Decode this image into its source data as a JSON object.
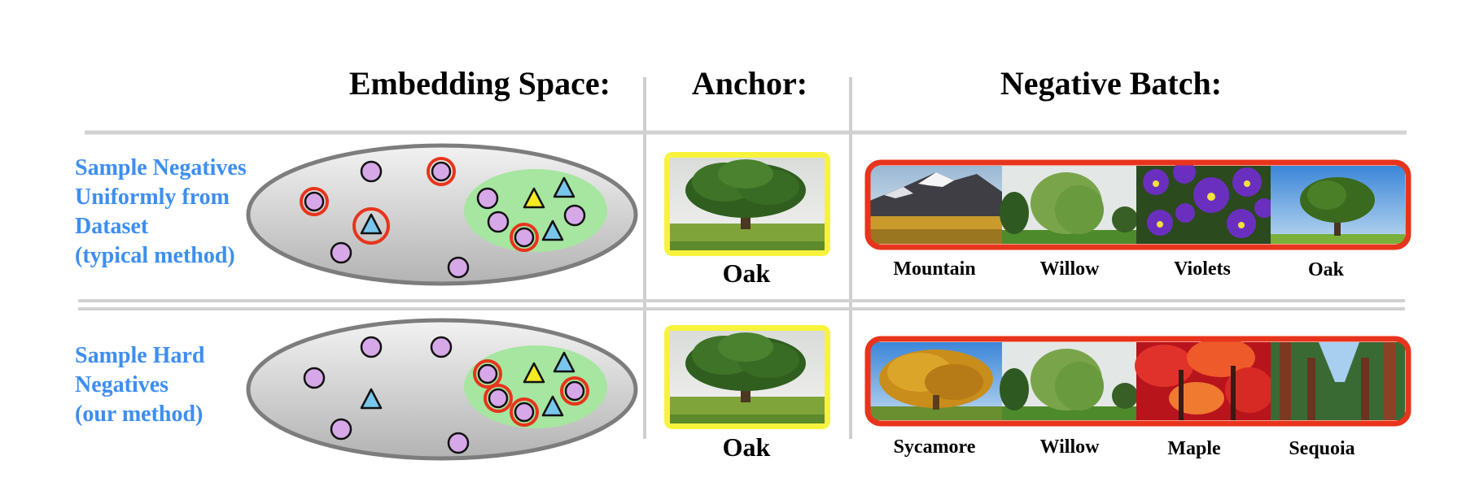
{
  "headers": {
    "embedding": "Embedding Space:",
    "anchor": "Anchor:",
    "negative": "Negative Batch:"
  },
  "rows": [
    {
      "label_lines": [
        "Sample Negatives",
        "Uniformly from",
        "Dataset",
        "(typical method)"
      ],
      "anchor_caption": "Oak",
      "batch": [
        "Mountain",
        "Willow",
        "Violets",
        "Oak"
      ]
    },
    {
      "label_lines": [
        "Sample Hard",
        "Negatives",
        "(our method)"
      ],
      "anchor_caption": "Oak",
      "batch": [
        "Sycamore",
        "Willow",
        "Maple",
        "Sequoia"
      ]
    }
  ],
  "colors": {
    "label_blue": "#3d8ef0",
    "negative_ring": "#e8341c",
    "anchor_frame": "#f7f33c",
    "cluster_green": "#a6e6a0",
    "point_purple": "#d7a8e8",
    "triangle_blue": "#78c6ec",
    "triangle_yellow": "#f5ea22"
  }
}
